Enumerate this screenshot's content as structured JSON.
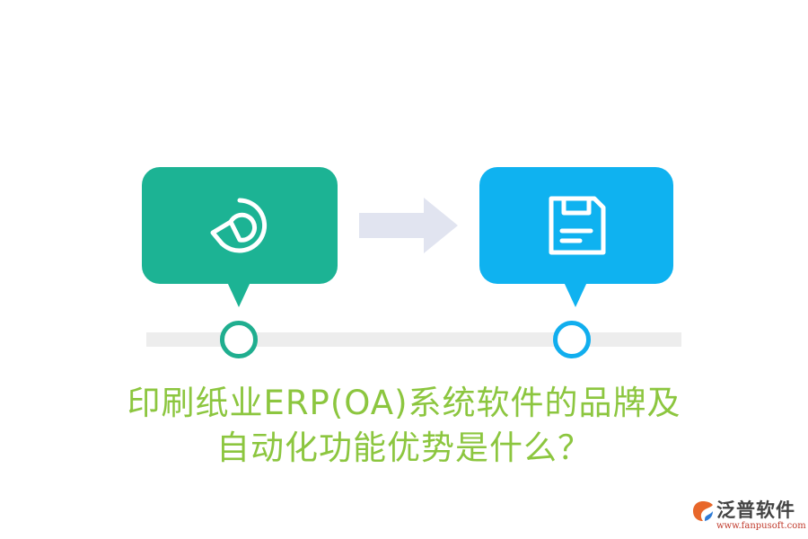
{
  "title": {
    "line1": "印刷纸业ERP(OA)系统软件的品牌及",
    "line2": "自动化功能优势是什么？"
  },
  "brand": {
    "name": "泛普软件",
    "url": "www.fanpusoft.com"
  },
  "colors": {
    "green": "#1cb394",
    "blue": "#0fb2f0",
    "title": "#8cc63f",
    "arrow": "#e1e4f0",
    "track": "#ededed"
  },
  "icons": {
    "left_bubble": "pie-chart-icon",
    "right_bubble": "save-document-icon",
    "connector": "arrow-right-icon"
  }
}
